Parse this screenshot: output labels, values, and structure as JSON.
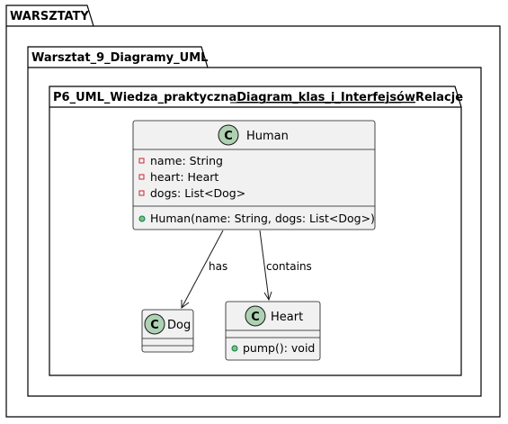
{
  "packages": {
    "outer": {
      "title": "WARSZTATY"
    },
    "middle": {
      "title": "Warsztat_9_Diagramy_UML"
    },
    "inner": {
      "title_part1": "P6_UML_Wiedza_praktyczna",
      "title_part2": "Diagram_klas_i_Interfejsów",
      "title_part3": "Relacje"
    }
  },
  "classes": {
    "human": {
      "stereotype_letter": "C",
      "name": "Human",
      "attributes": [
        "name: String",
        "heart: Heart",
        "dogs: List<Dog>"
      ],
      "methods": [
        "Human(name: String, dogs: List<Dog>)"
      ]
    },
    "dog": {
      "stereotype_letter": "C",
      "name": "Dog",
      "attributes": [],
      "methods": []
    },
    "heart": {
      "stereotype_letter": "C",
      "name": "Heart",
      "attributes": [],
      "methods": [
        "pump(): void"
      ]
    }
  },
  "relations": [
    {
      "from": "Human",
      "to": "Dog",
      "label": "has"
    },
    {
      "from": "Human",
      "to": "Heart",
      "label": "contains"
    }
  ],
  "colors": {
    "class_fill": "#f1f1f1",
    "class_icon": "#add1b2",
    "private_marker": "#c82930",
    "public_marker": "#84be84"
  }
}
